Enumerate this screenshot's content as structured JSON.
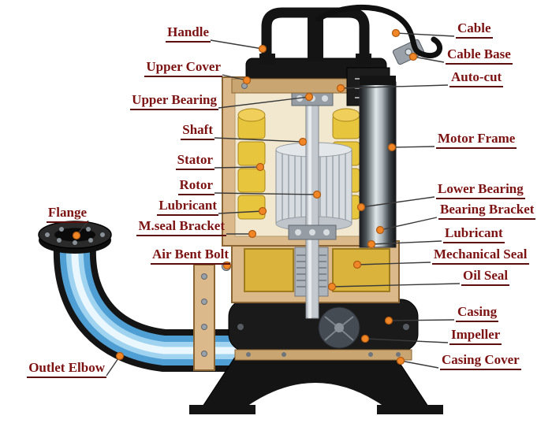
{
  "diagram": {
    "subject": "submersible-pump-cutaway",
    "colors": {
      "label_text": "#7c1212",
      "leader_dot": "#f08626",
      "pump_body_tan": "#dcb98b",
      "stator_yellow": "#e7c53d",
      "brass_seal": "#d9b33c",
      "water_blue": "#4f9fd4",
      "casing_black": "#161616"
    }
  },
  "labels": [
    {
      "id": "handle",
      "text": "Handle"
    },
    {
      "id": "upper-cover",
      "text": "Upper Cover"
    },
    {
      "id": "upper-bearing",
      "text": "Upper Bearing"
    },
    {
      "id": "shaft",
      "text": "Shaft"
    },
    {
      "id": "stator",
      "text": "Stator"
    },
    {
      "id": "rotor",
      "text": "Rotor"
    },
    {
      "id": "lubricant-upper",
      "text": "Lubricant"
    },
    {
      "id": "mseal-bracket",
      "text": "M.seal Bracket"
    },
    {
      "id": "air-bent-bolt",
      "text": "Air Bent Bolt"
    },
    {
      "id": "flange",
      "text": "Flange"
    },
    {
      "id": "outlet-elbow",
      "text": "Outlet Elbow"
    },
    {
      "id": "cable",
      "text": "Cable"
    },
    {
      "id": "cable-base",
      "text": "Cable Base"
    },
    {
      "id": "auto-cut",
      "text": "Auto-cut"
    },
    {
      "id": "motor-frame",
      "text": "Motor Frame"
    },
    {
      "id": "lower-bearing",
      "text": "Lower Bearing"
    },
    {
      "id": "bearing-bracket",
      "text": "Bearing Bracket"
    },
    {
      "id": "lubricant-lower",
      "text": "Lubricant"
    },
    {
      "id": "mechanical-seal",
      "text": "Mechanical Seal"
    },
    {
      "id": "oil-seal",
      "text": "Oil Seal"
    },
    {
      "id": "casing",
      "text": "Casing"
    },
    {
      "id": "impeller",
      "text": "Impeller"
    },
    {
      "id": "casing-cover",
      "text": "Casing Cover"
    }
  ]
}
